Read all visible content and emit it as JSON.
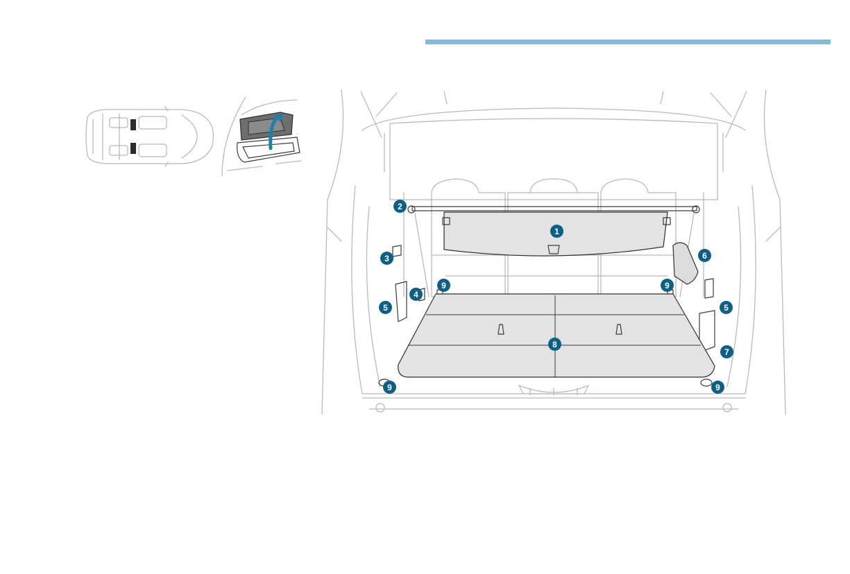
{
  "colors": {
    "accent_rule": "#7fbcd9",
    "callout_badge": "#0d5f86",
    "highlight_panel": "#e3e3e3",
    "flap_dark": "#6e6e6e",
    "arrow": "#1f7fa7"
  },
  "diagram": {
    "callouts": [
      {
        "id": "callout-1",
        "label": "1"
      },
      {
        "id": "callout-2",
        "label": "2"
      },
      {
        "id": "callout-3",
        "label": "3"
      },
      {
        "id": "callout-4",
        "label": "4"
      },
      {
        "id": "callout-5-left",
        "label": "5"
      },
      {
        "id": "callout-5-right",
        "label": "5"
      },
      {
        "id": "callout-6",
        "label": "6"
      },
      {
        "id": "callout-7",
        "label": "7"
      },
      {
        "id": "callout-8",
        "label": "8"
      },
      {
        "id": "callout-9-upper-left",
        "label": "9"
      },
      {
        "id": "callout-9-upper-right",
        "label": "9"
      },
      {
        "id": "callout-9-lower-left",
        "label": "9"
      },
      {
        "id": "callout-9-lower-right",
        "label": "9"
      }
    ]
  }
}
